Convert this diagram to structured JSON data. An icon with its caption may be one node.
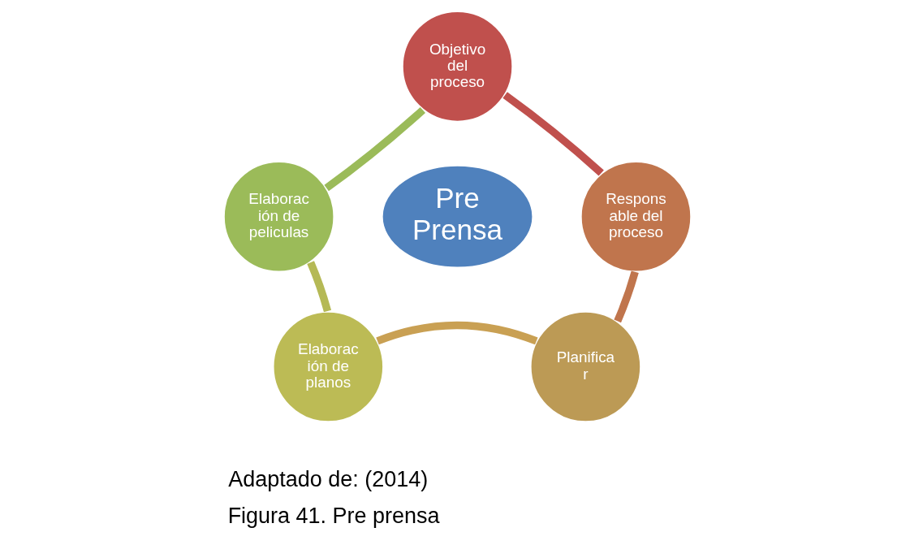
{
  "diagram": {
    "caption": "Figura 41. Pre prensa",
    "nodes": [
      {
        "text": [
          "Pre Prensa"
        ]
      },
      {
        "text": [
          "Objetivo del proceso"
        ]
      },
      {
        "text": [
          "Respons able del proceso"
        ]
      },
      {
        "text": [
          "Planifica r"
        ]
      },
      {
        "text": [
          "Elaborac ión de planos"
        ]
      },
      {
        "text": [
          "Elaborac ión de peliculas"
        ]
      }
    ],
    "edges": [
      {
        "from": 1,
        "to": 2,
        "arrow": "none",
        "color": "#c0504d"
      },
      {
        "from": 2,
        "to": 3,
        "arrow": "none",
        "color": "#c0754d"
      },
      {
        "from": 3,
        "to": 4,
        "arrow": "none",
        "color": "#c9a053"
      },
      {
        "from": 4,
        "to": 5,
        "arrow": "none",
        "color": "#b5b955"
      },
      {
        "from": 5,
        "to": 1,
        "arrow": "none",
        "color": "#9bbb59"
      }
    ],
    "labels": [
      "Adaptado de: (2014)"
    ]
  }
}
